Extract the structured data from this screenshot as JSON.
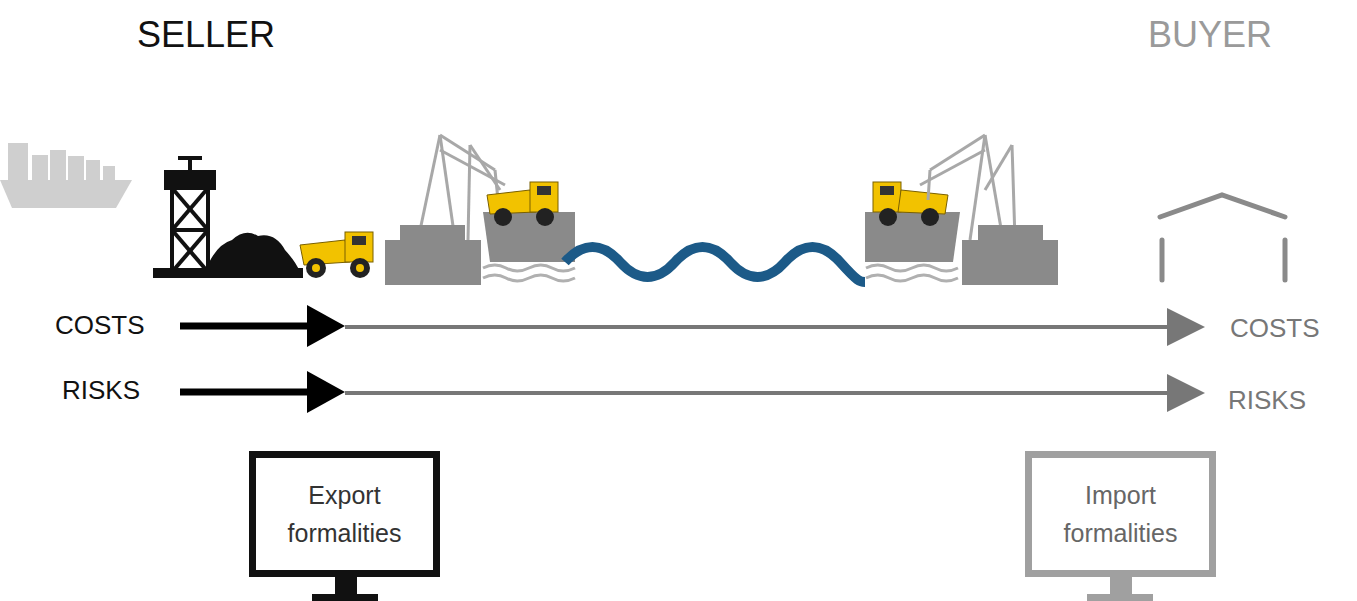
{
  "diagram": {
    "nodes": [
      {
        "text": [
          "Export formalities"
        ]
      },
      {
        "text": [
          "Import formalities"
        ]
      }
    ],
    "labels": [
      "SELLER",
      "BUYER",
      "COSTS",
      "COSTS",
      "RISKS",
      "RISKS"
    ]
  }
}
